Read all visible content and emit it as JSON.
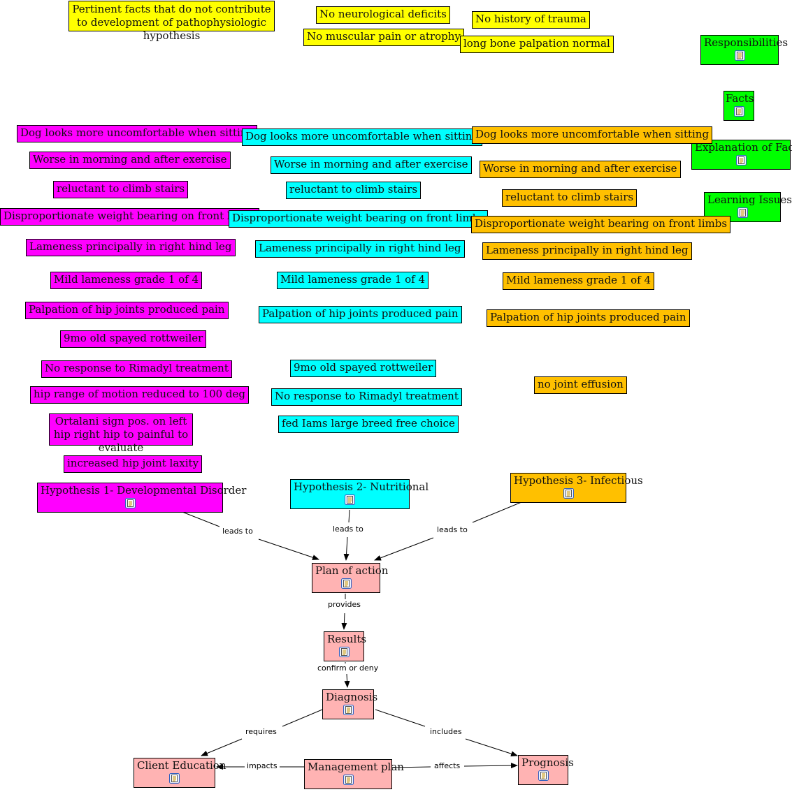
{
  "header_note": "Pertinent facts that do not contribute to development of pathophysiologic hypothesis",
  "pertinent_negatives": [
    "No neurological deficits",
    "No muscular pain or atrophy",
    "No history of trauma",
    "long bone palpation normal"
  ],
  "legend": [
    "Responsibilities",
    "Facts",
    "Explanation of Facts",
    "Learning Issues"
  ],
  "hypothesis1": {
    "title": "Hypothesis 1- Developmental Disorder",
    "facts": [
      "Dog looks more uncomfortable when sitting",
      "Worse in morning and after exercise",
      "reluctant to climb stairs",
      "Disproportionate weight bearing on front limbs",
      "Lameness principally in right hind leg",
      "Mild lameness grade 1 of 4",
      "Palpation of hip joints produced pain",
      "9mo old spayed rottweiler",
      "No response to Rimadyl treatment",
      "hip range of motion reduced to 100 deg",
      "Ortalani sign pos. on left hip right hip to painful to evaluate",
      "increased hip joint laxity"
    ]
  },
  "hypothesis2": {
    "title": "Hypothesis 2- Nutritional",
    "facts": [
      "Dog looks more uncomfortable when sitting",
      "Worse in morning and after exercise",
      "reluctant to climb stairs",
      "Disproportionate weight bearing on front limbs",
      "Lameness principally in right hind leg",
      "Mild lameness grade 1 of 4",
      "Palpation of hip joints produced pain",
      "9mo old spayed rottweiler",
      "No response to Rimadyl treatment",
      "fed Iams large breed free choice"
    ]
  },
  "hypothesis3": {
    "title": "Hypothesis 3- Infectious",
    "facts": [
      "Dog looks more uncomfortable when sitting",
      "Worse in morning and after exercise",
      "reluctant to climb stairs",
      "Disproportionate weight bearing on front limbs",
      "Lameness principally in right hind leg",
      "Mild lameness grade 1 of 4",
      "Palpation of hip joints produced pain",
      "no joint effusion"
    ]
  },
  "flow": {
    "plan": "Plan of action",
    "results": "Results",
    "diagnosis": "Diagnosis",
    "client_education": "Client Education",
    "management_plan": "Management plan",
    "prognosis": "Prognosis"
  },
  "link_labels": {
    "leads_to": "leads to",
    "provides": "provides",
    "confirm_or_deny": "confirm or deny",
    "requires": "requires",
    "includes": "includes",
    "impacts": "impacts",
    "affects": "affects"
  },
  "colors": {
    "pertinent": "#ffff00",
    "hypothesis1": "#ff00ff",
    "hypothesis2": "#00ffff",
    "hypothesis3": "#ffc000",
    "legend": "#00ff00",
    "flow": "#ffb3b3"
  }
}
